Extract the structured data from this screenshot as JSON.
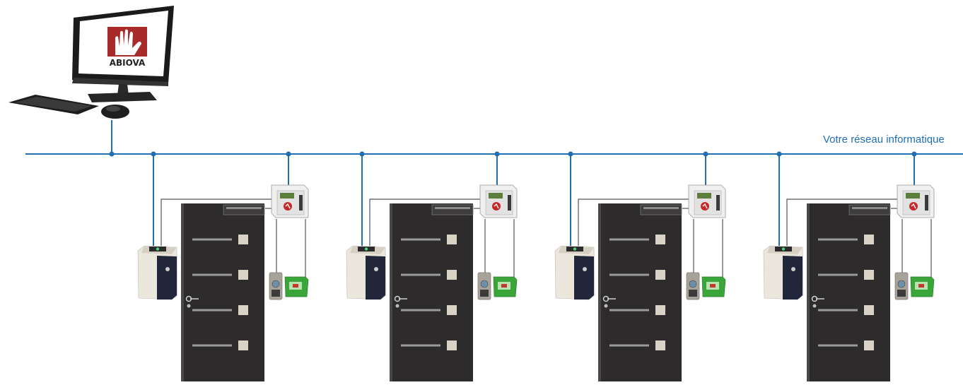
{
  "network": {
    "label": "Votre réseau informatique",
    "color": "#1f6fb2"
  },
  "workstation": {
    "logo_text": "ABIOVA",
    "logo_color": "#a82a2a"
  },
  "door_units": [
    {
      "name": "door-unit-1"
    },
    {
      "name": "door-unit-2"
    },
    {
      "name": "door-unit-3"
    },
    {
      "name": "door-unit-4"
    }
  ],
  "colors": {
    "door": "#2d2b2b",
    "cable": "#555555",
    "alarm_box": "#3aa63a"
  }
}
